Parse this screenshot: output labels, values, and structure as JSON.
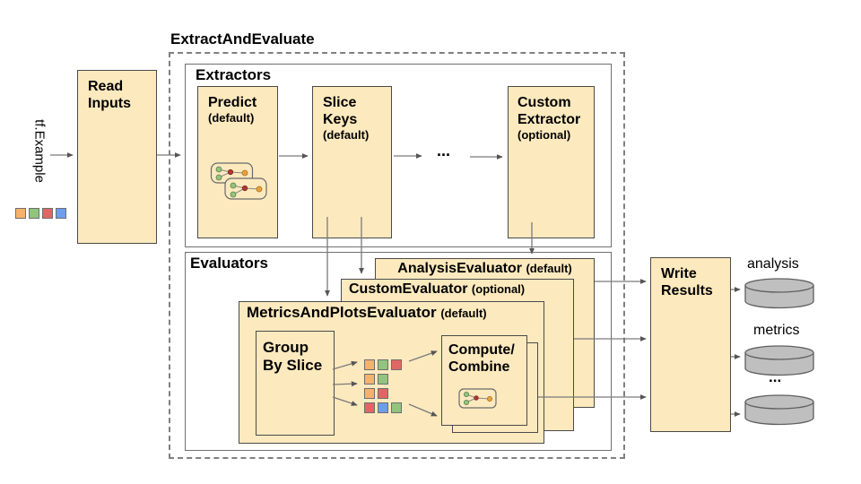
{
  "title": "ExtractAndEvaluate",
  "input": {
    "label": "tf.Example",
    "chips": [
      "orange",
      "green",
      "red",
      "blue"
    ]
  },
  "read_inputs": {
    "title": "Read Inputs"
  },
  "extractors": {
    "label": "Extractors",
    "predict": {
      "title": "Predict",
      "qualifier": "(default)"
    },
    "slice_keys": {
      "title": "Slice Keys",
      "qualifier": "(default)"
    },
    "ellipsis": "...",
    "custom_extractor": {
      "title": "Custom Extractor",
      "qualifier": "(optional)"
    }
  },
  "evaluators": {
    "label": "Evaluators",
    "analysis_evaluator": {
      "title": "AnalysisEvaluator",
      "qualifier": "(default)"
    },
    "custom_evaluator": {
      "title": "CustomEvaluator",
      "qualifier": "(optional)"
    },
    "metrics_plots_evaluator": {
      "title": "MetricsAndPlotsEvaluator",
      "qualifier": "(default)"
    },
    "group_by_slice": {
      "title": "Group By Slice"
    },
    "compute_combine": {
      "line1": "Compute/",
      "line2": "Combine"
    },
    "slice_groups": [
      [
        "orange",
        "green",
        "red"
      ],
      [
        "orange",
        "green"
      ],
      [
        "orange",
        "red"
      ],
      [
        "red",
        "blue",
        "green"
      ]
    ]
  },
  "write_results": {
    "title": "Write Results"
  },
  "outputs": [
    {
      "label": "analysis"
    },
    {
      "label": "metrics"
    },
    {
      "label": "..."
    }
  ],
  "palette": {
    "orange": "#F6B26B",
    "green": "#93C47D",
    "red": "#E06666",
    "blue": "#6D9EEB"
  }
}
